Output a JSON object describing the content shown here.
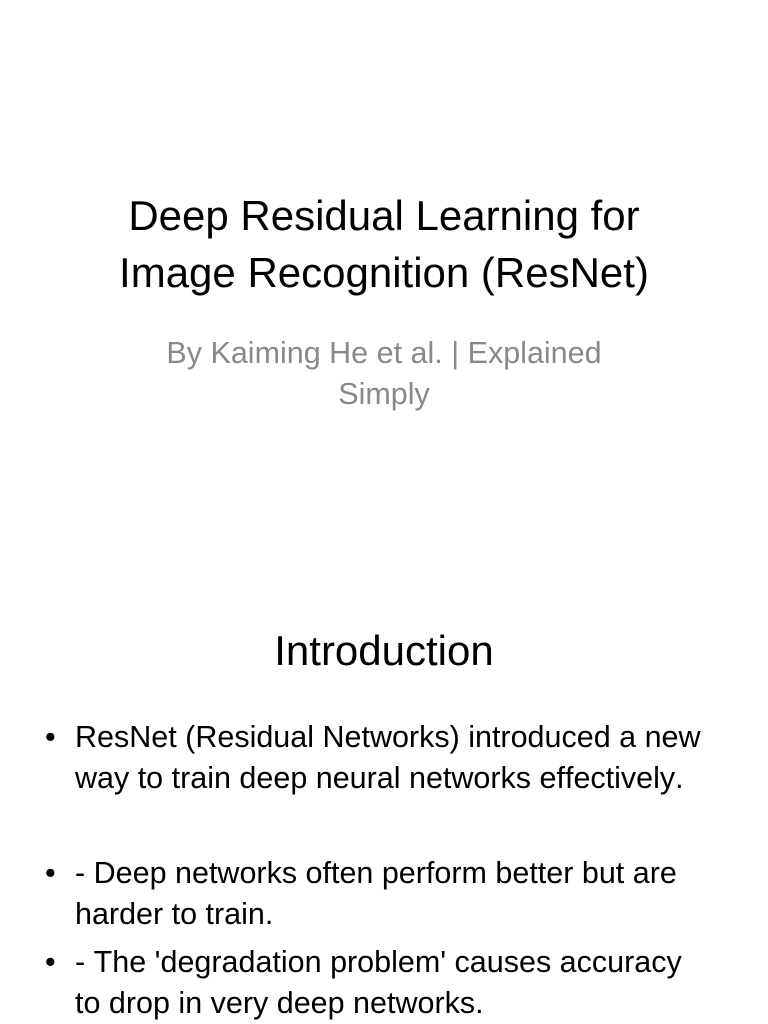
{
  "slides": [
    {
      "title": "Deep Residual Learning for Image Recognition (ResNet)",
      "subtitle": "By Kaiming He et al. | Explained Simply"
    },
    {
      "title": "Introduction",
      "bullet_char": "•",
      "bullets": [
        "ResNet (Residual Networks) introduced a new way to train deep neural networks effectively.",
        "- Deep networks often perform better but are harder to train.",
        "- The 'degradation problem' causes accuracy to drop in very deep networks."
      ]
    }
  ],
  "colors": {
    "background": "#ffffff",
    "text": "#000000",
    "subtitle": "#898989"
  }
}
